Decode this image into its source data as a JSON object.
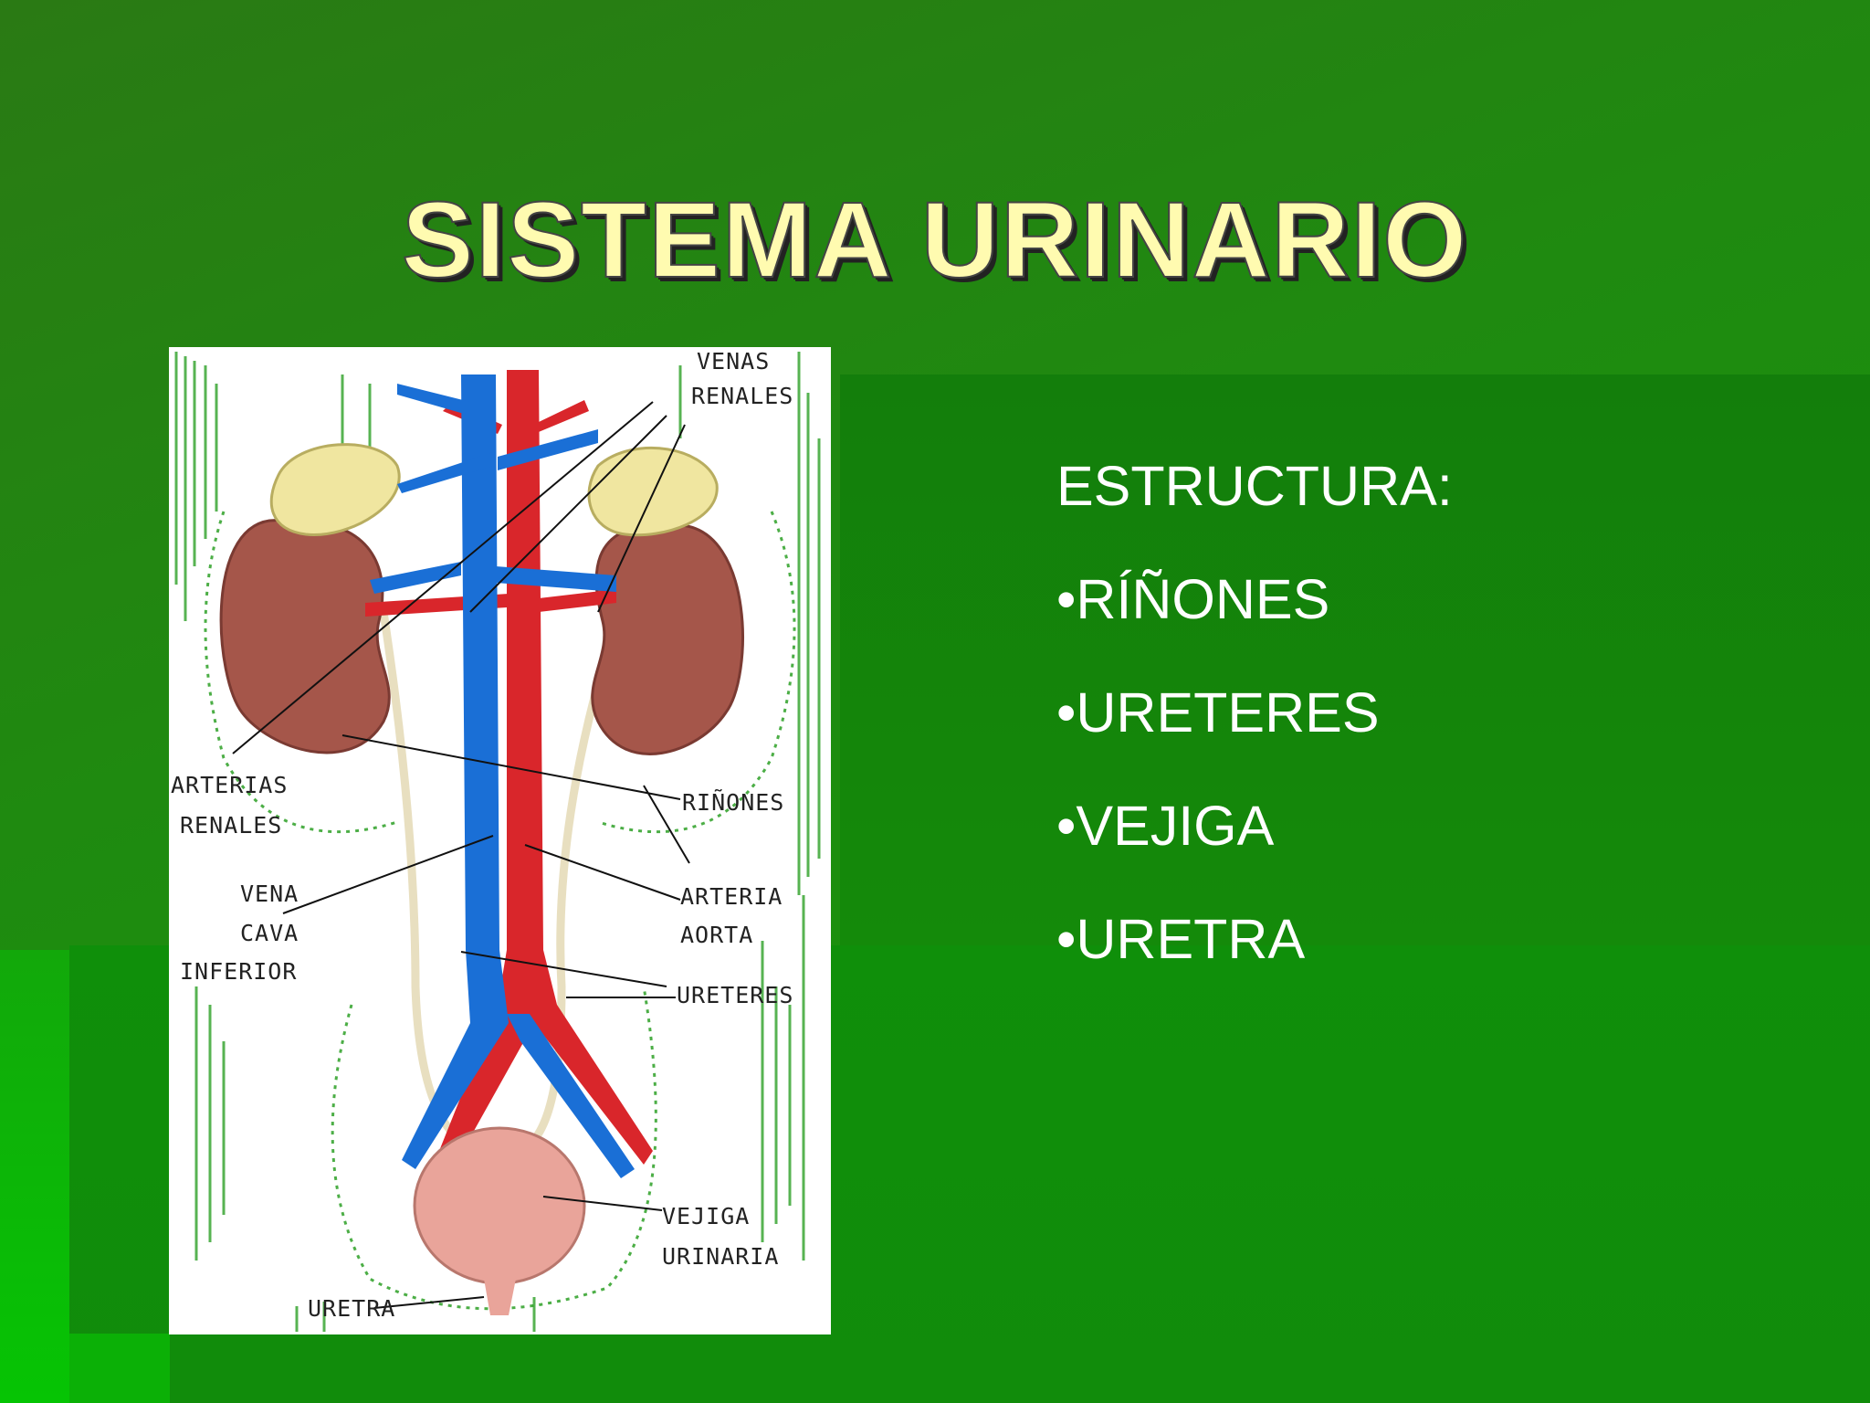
{
  "slide": {
    "title": "SISTEMA URINARIO",
    "heading": "ESTRUCTURA:",
    "items": [
      "•RÍÑONES",
      "•URETERES",
      "•VEJIGA",
      "•URETRA"
    ]
  },
  "diagram": {
    "labels": {
      "venas_renales_1": "VENAS",
      "venas_renales_2": "RENALES",
      "arterias_renales_1": "ARTERIAS",
      "arterias_renales_2": "RENALES",
      "rinones": "RIÑONES",
      "vena_cava_1": "VENA",
      "vena_cava_2": "CAVA",
      "vena_cava_3": "INFERIOR",
      "arteria_aorta_1": "ARTERIA",
      "arteria_aorta_2": "AORTA",
      "ureteres": "URETERES",
      "vejiga_1": "VEJIGA",
      "vejiga_2": "URINARIA",
      "uretra": "URETRA"
    }
  },
  "colors": {
    "background": "#1d8d0d",
    "title": "#fffbb0",
    "vein": "#1a6fd6",
    "artery": "#d9262b",
    "kidney": "#a5564a",
    "gland": "#f0e6a0",
    "ureter": "#e8dfc0",
    "bladder": "#e9a49a"
  }
}
